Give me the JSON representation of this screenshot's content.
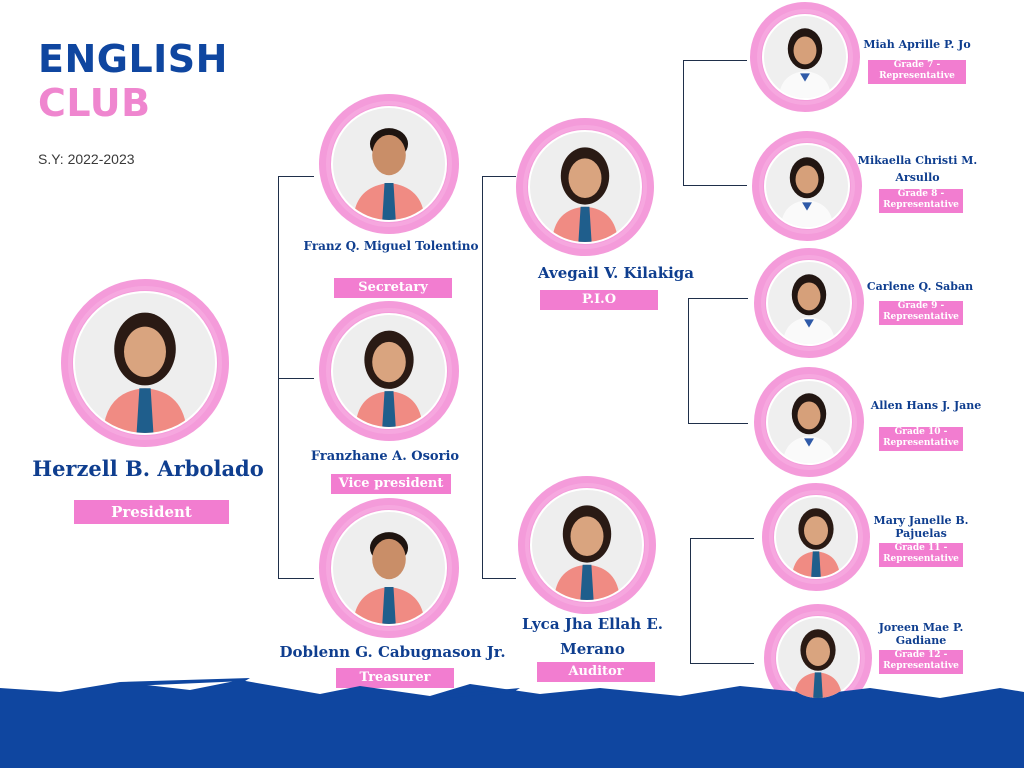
{
  "header": {
    "title_line1": "ENGLISH",
    "title_line2": "CLUB",
    "school_year": "S.Y: 2022-2023"
  },
  "colors": {
    "blue": "#0f46a0",
    "pink": "#ef86cf",
    "badge": "#f27dd0"
  },
  "president": {
    "name": "Herzell B. Arbolado",
    "role": "President"
  },
  "officers": [
    {
      "name": "Franz Q. Miguel Tolentino",
      "role": "Secretary"
    },
    {
      "name": "Franzhane A. Osorio",
      "role": "Vice president"
    },
    {
      "name": "Doblenn G. Cabugnason Jr.",
      "role": "Treasurer"
    },
    {
      "name": "Avegail V. Kilakiga",
      "role": "P.I.O"
    },
    {
      "name": "Lyca Jha Ellah E. Merano",
      "role": "Auditor"
    }
  ],
  "representatives": [
    {
      "name": "Miah Aprille P. Jo",
      "role": "Grade 7 - Representative"
    },
    {
      "name": "Mikaella Christi M. Arsullo",
      "role": "Grade 8 - Representative"
    },
    {
      "name": "Carlene Q. Saban",
      "role": "Grade 9 - Representative"
    },
    {
      "name": "Allen Hans J. Jane",
      "role": "Grade 10 - Representative"
    },
    {
      "name": "Mary Janelle B. Pajuelas",
      "role": "Grade 11 - Representative"
    },
    {
      "name": "Joreen Mae P. Gadiane",
      "role": "Grade 12 - Representative"
    }
  ]
}
